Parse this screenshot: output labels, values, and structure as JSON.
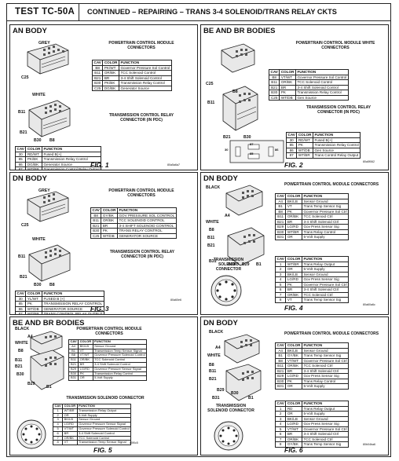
{
  "header": {
    "test_id": "TEST TC-50A",
    "title": "CONTINUED – REPAIRING – TRANS 3-4 SOLENOID/TRANS RELAY CKTS"
  },
  "panels": [
    {
      "title": "AN BODY",
      "figure": "FIG. 1",
      "code": "80a5a6a7",
      "pcm_label": "POWERTRAIN CONTROL MODULE CONNECTORS",
      "relay_label": "TRANSMISSION CONTROL RELAY CONNECTOR (IN PDC)",
      "labels": [
        "GREY",
        "C25",
        "WHITE",
        "B11",
        "B21",
        "B30",
        "B8"
      ],
      "pcm_table": {
        "headers": [
          "CAV",
          "COLOR",
          "FUNCTION"
        ],
        "rows": [
          [
            "B8",
            "PK/WT",
            "Governor Pressure Sol Control"
          ],
          [
            "B11",
            "OR/BK",
            "TCC Solenoid Control"
          ],
          [
            "B21",
            "BR",
            "3-4 Shift Solenoid Control"
          ],
          [
            "B30",
            "PK/BK",
            "Transmission Relay Control"
          ],
          [
            "C25",
            "DG/BK",
            "Generator Source"
          ]
        ]
      },
      "relay_table": {
        "headers": [
          "CAV",
          "COLOR",
          "FUNCTION"
        ],
        "rows": [
          [
            "30",
            "RD/WT",
            "Fused B(+)"
          ],
          [
            "85",
            "PK/BK",
            "Transmission Relay Control"
          ],
          [
            "86",
            "DG/BK",
            "Generator Source"
          ],
          [
            "87",
            "WT/BR",
            "Transmission Control Relay Output"
          ]
        ]
      }
    },
    {
      "title": "BE AND BR BODIES",
      "figure": "FIG. 2",
      "code": "80a5f062",
      "pcm_label": "POWERTRAIN CONTROL MODULE WHITE CONNECTORS",
      "relay_label": "TRANSMISSION CONTROL RELAY CONNECTOR (IN PDC)",
      "labels": [
        "C25",
        "B8",
        "B11",
        "B21",
        "B30",
        "30",
        "87",
        "85",
        "86"
      ],
      "pcm_table": {
        "headers": [
          "CAV",
          "COLOR",
          "FUNCTION"
        ],
        "rows": [
          [
            "B8",
            "VT/WT",
            "Governor Pressure Sol Control"
          ],
          [
            "B11",
            "OR/BK",
            "TCC Solenoid Control"
          ],
          [
            "B21",
            "BR",
            "3-4 Shift Solenoid Control"
          ],
          [
            "B30",
            "PK",
            "Transmission Relay Control"
          ],
          [
            "C25",
            "WT/DB",
            "Gen Source"
          ]
        ]
      },
      "relay_table": {
        "headers": [
          "CAV",
          "COLOR",
          "FUNCTION"
        ],
        "rows": [
          [
            "30",
            "RD/WT",
            "Fused B(+)"
          ],
          [
            "85",
            "PK",
            "Transmission Relay Control"
          ],
          [
            "86",
            "WT/DB",
            "Gen Source"
          ],
          [
            "87",
            "WT/BR",
            "Trans Control Relay Output"
          ]
        ]
      }
    },
    {
      "title": "DN BODY",
      "figure": "FIG. 3",
      "code": "80a60e6",
      "pcm_label": "POWERTRAIN CONTROL MODULE CONNECTORS",
      "relay_label": "TRANSMISSION CONTROL RELAY CONNECTOR (IN PDC)",
      "labels": [
        "GREY",
        "C25",
        "WHITE",
        "B11",
        "B21",
        "B30",
        "B8"
      ],
      "pcm_table": {
        "headers": [
          "CAV",
          "COLOR",
          "FUNCTION"
        ],
        "rows": [
          [
            "B8",
            "GY/BK",
            "GOV PRESSURE SOL CONTROL"
          ],
          [
            "B11",
            "OR/BK",
            "TCC SOLENOID CONTROL"
          ],
          [
            "B21",
            "BR",
            "3-4 SHIFT SOLENOID CONTROL"
          ],
          [
            "B30",
            "PK",
            "TRANS RELAY CONTROL"
          ],
          [
            "C25",
            "WT/DB",
            "GENERATOR SOURCE"
          ]
        ]
      },
      "relay_table": {
        "headers": [
          "CAV",
          "COLOR",
          "FUNCTION"
        ],
        "rows": [
          [
            "30",
            "YL/WT",
            "FUSED B (+)"
          ],
          [
            "85",
            "PK",
            "TRANSMISSION RELAY CONTROL"
          ],
          [
            "86",
            "WT/DB",
            "GENERATOR SOURCE"
          ],
          [
            "87",
            "WT/BR",
            "TRANS CONTROL RELAY OUTPUT"
          ]
        ]
      }
    },
    {
      "title": "DN BODY",
      "figure": "FIG. 4",
      "code": "80a60a6c",
      "pcm_label": "POWERTRAIN CONTROL MODULE CONNECTORS",
      "sol_label": "TRANSMISSION SOLENOID CONNECTOR",
      "labels": [
        "BLACK",
        "A4",
        "WHITE",
        "B8",
        "B11",
        "B21",
        "B31",
        "B30",
        "B29",
        "B1"
      ],
      "pcm_table": {
        "headers": [
          "CAV",
          "COLOR",
          "FUNCTION"
        ],
        "rows": [
          [
            "A4",
            "BK/LB",
            "Sensor Ground"
          ],
          [
            "B1",
            "VT",
            "Trans Temp Sensor Sig"
          ],
          [
            "B8",
            "PK",
            "Governor Pressure Sol Ctrl"
          ],
          [
            "B11",
            "OR/BK",
            "TCC Solenoid Ctrl"
          ],
          [
            "B21",
            "BR",
            "3-4 Shift Solenoid Ctrl"
          ],
          [
            "B29",
            "LG/RD",
            "Gov Press Sensor Sig"
          ],
          [
            "B30",
            "WT/BR",
            "Trans Relay Control"
          ],
          [
            "B31",
            "OR",
            "5-Volt Supply"
          ]
        ]
      },
      "sol_table": {
        "headers": [
          "CAV",
          "COLOR",
          "FUNCTION"
        ],
        "rows": [
          [
            "1",
            "WT/BR",
            "Trans Relay Output"
          ],
          [
            "2",
            "OR",
            "5-Volt Supply"
          ],
          [
            "3",
            "BK/LB",
            "Sensor Ground"
          ],
          [
            "4",
            "LG/RD",
            "Gov Press Sensor Sig"
          ],
          [
            "5",
            "PK",
            "Governor Pressure Sol Ctrl"
          ],
          [
            "6",
            "BR",
            "3-4 Shift Solenoid Ctrl"
          ],
          [
            "7",
            "OR/BK",
            "TCC Solenoid Ctrl"
          ],
          [
            "8",
            "VT",
            "Trans Temp Sensor Sig"
          ]
        ]
      }
    },
    {
      "title": "BE AND BR BODIES",
      "figure": "FIG. 5",
      "code": "80f0c5",
      "pcm_label": "POWERTRAIN CONTROL MODULE CONNECTORS",
      "sol_label": "TRANSMISSION SOLENOID CONNECTOR",
      "labels": [
        "BLACK",
        "A4",
        "WHITE",
        "B8",
        "B11",
        "B21",
        "B30",
        "B29",
        "B1"
      ],
      "pcm_table": {
        "headers": [
          "CAV",
          "COLOR",
          "FUNCTION"
        ],
        "rows": [
          [
            "A4",
            "BK/LB",
            "Sensor Ground"
          ],
          [
            "B1",
            "VT",
            "Transmission Temp Sensor Signal"
          ],
          [
            "B8",
            "VT/WT",
            "Governor Pressure Solenoid Control"
          ],
          [
            "B11",
            "OR/BK",
            "TCC Solenoid Control"
          ],
          [
            "B21",
            "BR",
            "3-4 Shift Solenoid Control"
          ],
          [
            "B29",
            "LG/RD",
            "Governor Pressure Sensor Signal"
          ],
          [
            "B30",
            "PK",
            "Transmission Relay Control"
          ],
          [
            "B31",
            "OR",
            "5-Volt Supply"
          ]
        ]
      },
      "sol_table": {
        "headers": [
          "CAV",
          "COLOR",
          "FUNCTION"
        ],
        "rows": [
          [
            "1",
            "WT/BR",
            "Transmission Relay Output"
          ],
          [
            "2",
            "OR",
            "5-Volt Supply"
          ],
          [
            "3",
            "BK/LB",
            "Sensor Ground"
          ],
          [
            "4",
            "LG/RD",
            "Governor Pressure Sensor Signal"
          ],
          [
            "5",
            "VT/WT",
            "Governor Pressure Solenoid Control"
          ],
          [
            "6",
            "BR",
            "3-4 Shift Solenoid Control"
          ],
          [
            "7",
            "OR/BK",
            "TCC Solenoid Control"
          ],
          [
            "8",
            "VT",
            "Transmission Temp Sensor Signal"
          ]
        ]
      }
    },
    {
      "title": "DN BODY",
      "figure": "FIG. 6",
      "code": "80b04ba6",
      "pcm_label": "POWERTRAIN CONTROL MODULE CONNECTORS",
      "sol_label": "TRANSMISSION SOLENOID CONNECTOR",
      "labels": [
        "BLACK",
        "A4",
        "WHITE",
        "B8",
        "B11",
        "B21",
        "B29",
        "B30",
        "B31",
        "B1"
      ],
      "pcm_table": {
        "headers": [
          "CAV",
          "COLOR",
          "FUNCTION"
        ],
        "rows": [
          [
            "A4",
            "BK/LB",
            "Sensor Ground"
          ],
          [
            "B1",
            "GY/BK",
            "Trans Temp Sensor Sig"
          ],
          [
            "B8",
            "VT/WT",
            "Governor Pressure Sol Ctrl"
          ],
          [
            "B11",
            "OR/BK",
            "TCC Solenoid Ctrl"
          ],
          [
            "B21",
            "BR",
            "3-4 Shift Solenoid Ctrl"
          ],
          [
            "B29",
            "LG/RD",
            "Gov Press Sensor Sig"
          ],
          [
            "B30",
            "PK",
            "Trans Relay Control"
          ],
          [
            "B31",
            "OR",
            "5-Volt Supply"
          ]
        ]
      },
      "sol_table": {
        "headers": [
          "CAV",
          "COLOR",
          "FUNCTION"
        ],
        "rows": [
          [
            "1",
            "RD",
            "Trans Relay Output"
          ],
          [
            "2",
            "OR",
            "5-Volt Supply"
          ],
          [
            "3",
            "BK/LB",
            "Sensor Ground"
          ],
          [
            "4",
            "LG/RD",
            "Gov Press Sensor Sig"
          ],
          [
            "5",
            "VT/WT",
            "Governor Pressure Sol Ctrl"
          ],
          [
            "6",
            "BR",
            "3-4 Shift Solenoid Ctrl"
          ],
          [
            "7",
            "OR/BK",
            "TCC Solenoid Ctrl"
          ],
          [
            "8",
            "GY/BK",
            "Trans Temp Sensor Sig"
          ]
        ]
      }
    }
  ]
}
